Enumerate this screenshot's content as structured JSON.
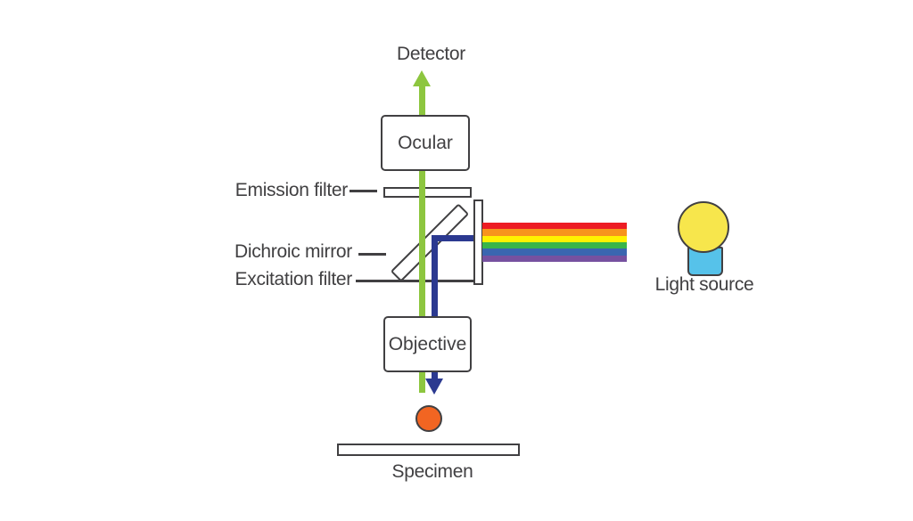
{
  "diagram": {
    "type": "fluorescence-microscope-light-path",
    "background": "#ffffff"
  },
  "labels": {
    "detector": "Detector",
    "ocular": "Ocular",
    "emission_filter": "Emission filter",
    "dichroic_mirror": "Dichroic mirror",
    "excitation_filter": "Excitation filter",
    "objective": "Objective",
    "light_source": "Light source",
    "specimen": "Specimen"
  },
  "colors": {
    "outline": "#414042",
    "text": "#414042",
    "emission_beam": "#8dc63f",
    "excitation_beam": "#2b3990",
    "bulb": "#f7e64c",
    "bulb_base": "#56c2ea",
    "specimen_dot": "#f26522",
    "rainbow": [
      "#ed1c24",
      "#f7941d",
      "#fff200",
      "#39b54a",
      "#3a66b0",
      "#7651a0"
    ]
  }
}
